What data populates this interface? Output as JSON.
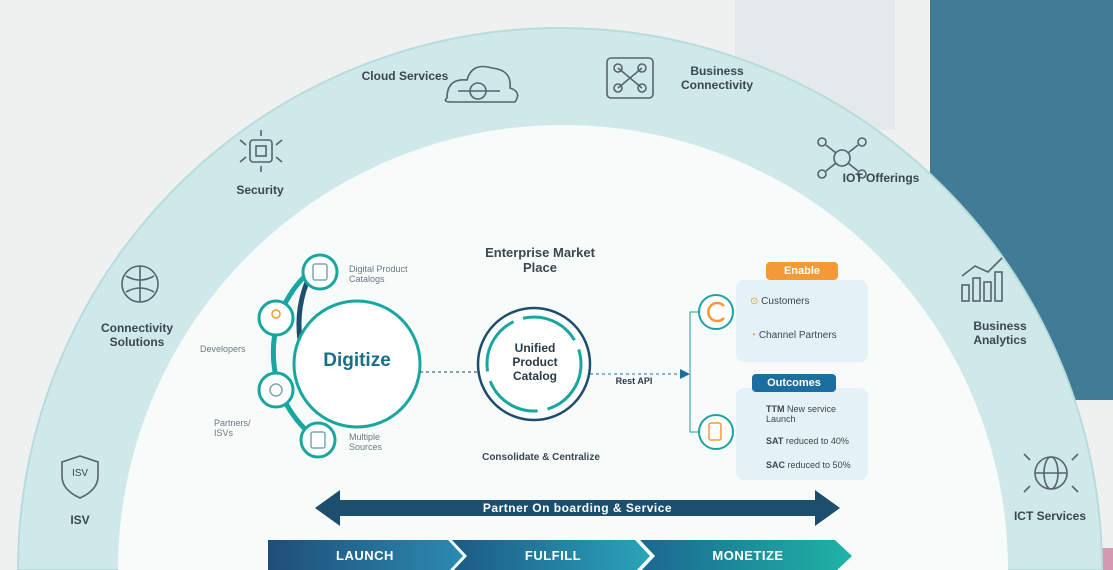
{
  "colors": {
    "arc_outer": "#cfe8e9",
    "arc_inner": "#f7fbfa",
    "teal": "#1aa6a0",
    "navy": "#1e4e6e",
    "orange": "#f39a36",
    "blue": "#1a6fa0"
  },
  "outer_ring": {
    "items": [
      {
        "label": "Cloud Services",
        "icon": "cloud-network-icon"
      },
      {
        "label": "Business Connectivity",
        "icon": "network-nodes-icon"
      },
      {
        "label": "Security",
        "icon": "chip-security-icon"
      },
      {
        "label": "IOT Offerings",
        "icon": "iot-hub-icon"
      },
      {
        "label": "Connectivity Solutions",
        "icon": "connectivity-globe-icon"
      },
      {
        "label": "Business Analytics",
        "icon": "analytics-bars-icon"
      },
      {
        "label": "ISV",
        "icon": "shield-isv-icon"
      },
      {
        "label": "ICT Services",
        "icon": "globe-network-icon"
      }
    ],
    "isv_badge": "ISV"
  },
  "center": {
    "title": "Enterprise Market Place",
    "digitize_label": "Digitize",
    "catalog_label": "Unified Product Catalog",
    "rest_api": "Rest API",
    "consolidate": "Consolidate & Centralize",
    "sources": [
      {
        "label": "Digital Product Catalogs"
      },
      {
        "label": "Developers"
      },
      {
        "label": "Partners/ ISVs"
      },
      {
        "label": "Multiple Sources"
      }
    ]
  },
  "enable": {
    "header": "Enable",
    "items": [
      "Customers",
      "Channel Partners"
    ]
  },
  "outcomes": {
    "header": "Outcomes",
    "items": [
      {
        "strong": "TTM",
        "text": "New service Launch"
      },
      {
        "strong": "SAT",
        "text": "reduced to 40%"
      },
      {
        "strong": "SAC",
        "text": "reduced to 50%"
      }
    ]
  },
  "partner_bar": "Partner On boarding & Service",
  "stages": [
    "LAUNCH",
    "FULFILL",
    "MONETIZE"
  ]
}
